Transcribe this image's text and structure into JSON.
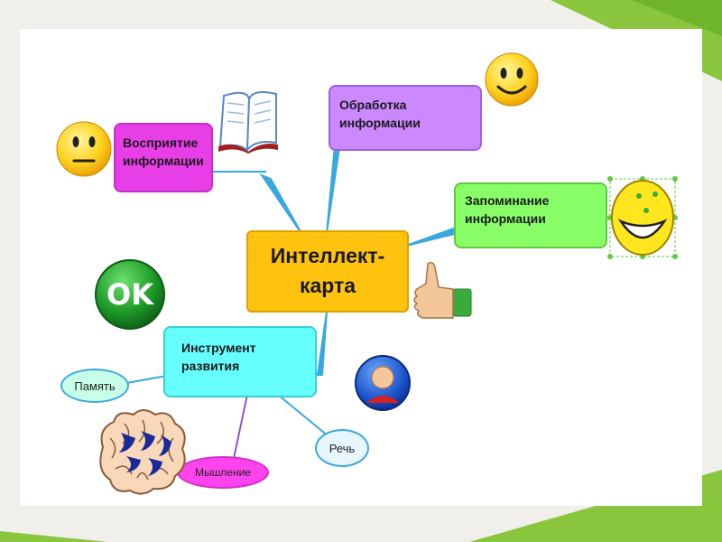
{
  "mindmap": {
    "center": {
      "label": "Интеллект-\nкарта"
    },
    "branches": {
      "perception": {
        "label": "Восприятие\nинформации"
      },
      "processing": {
        "label": "Обработка\nинформации"
      },
      "memorizing": {
        "label": "Запоминание\nинформации"
      },
      "tool": {
        "label": "Инструмент\nразвития"
      }
    },
    "leaves": {
      "memory": {
        "label": "Память"
      },
      "thinking": {
        "label": "Мышление"
      },
      "speech": {
        "label": "Речь"
      }
    },
    "badges": {
      "ok": {
        "label": "OK"
      }
    }
  },
  "icons": [
    "neutral-face-icon",
    "book-icon",
    "smiley-icon",
    "big-smile-icon",
    "thumbs-up-icon",
    "ok-badge-icon",
    "person-avatar-icon",
    "brain-icon"
  ],
  "colors": {
    "center": "#ffc20e",
    "perception": "#e83ee8",
    "processing": "#cc88ff",
    "memorizing": "#88ff66",
    "tool": "#66ffff",
    "connectors": "#3aa8e0",
    "leaf_memory": "#c8ffe8",
    "leaf_thinking": "#ff44ee",
    "leaf_speech": "#e8f6ff"
  }
}
